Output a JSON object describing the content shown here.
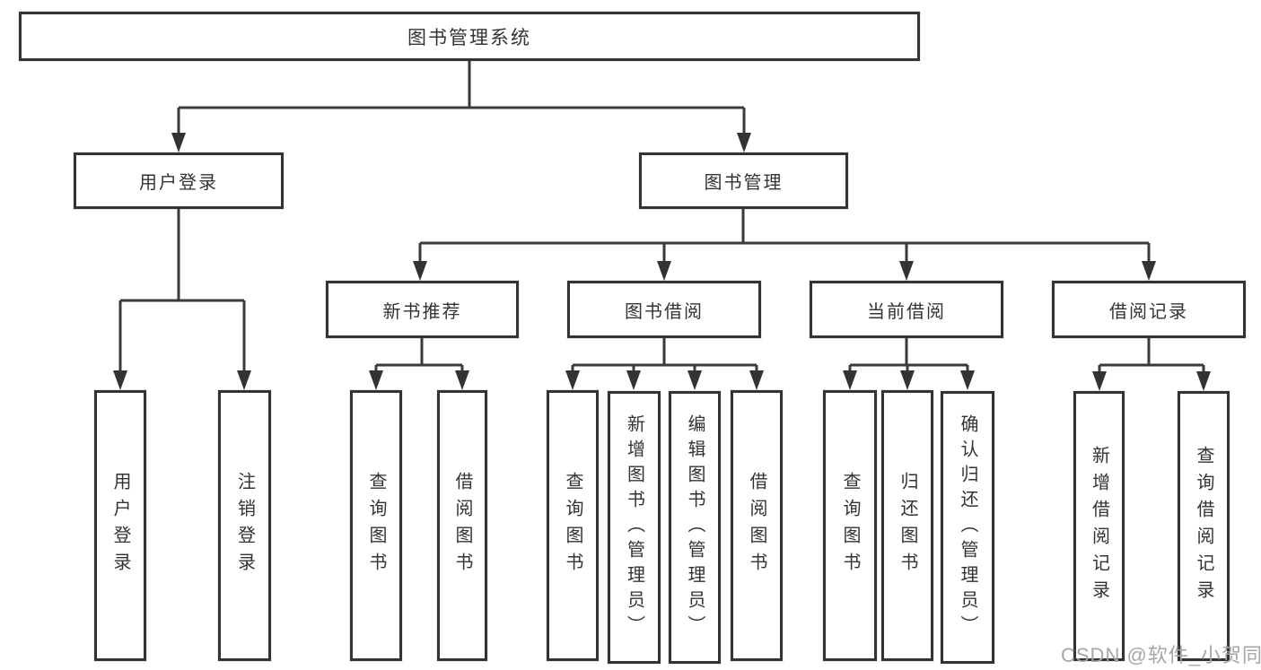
{
  "diagram": {
    "root": {
      "label": "图书管理系统"
    },
    "user_login": {
      "label": "用户登录",
      "children": [
        {
          "label": "用户登录"
        },
        {
          "label": "注销登录"
        }
      ]
    },
    "book_mgmt": {
      "label": "图书管理",
      "groups": [
        {
          "label": "新书推荐",
          "children": [
            {
              "label": "查询图书"
            },
            {
              "label": "借阅图书"
            }
          ]
        },
        {
          "label": "图书借阅",
          "children": [
            {
              "label": "查询图书"
            },
            {
              "label": "新增图书（管理员）"
            },
            {
              "label": "编辑图书（管理员）"
            },
            {
              "label": "借阅图书"
            }
          ]
        },
        {
          "label": "当前借阅",
          "children": [
            {
              "label": "查询图书"
            },
            {
              "label": "归还图书"
            },
            {
              "label": "确认归还（管理员）"
            }
          ]
        },
        {
          "label": "借阅记录",
          "children": [
            {
              "label": "新增借阅记录"
            },
            {
              "label": "查询借阅记录"
            }
          ]
        }
      ]
    }
  },
  "watermark": {
    "text": "CSDN @软件_小贺同学"
  },
  "colors": {
    "line": "#3a3a3a",
    "box_border": "#333333",
    "text": "#333333",
    "watermark": "#a6a6a6",
    "background": "#ffffff"
  }
}
